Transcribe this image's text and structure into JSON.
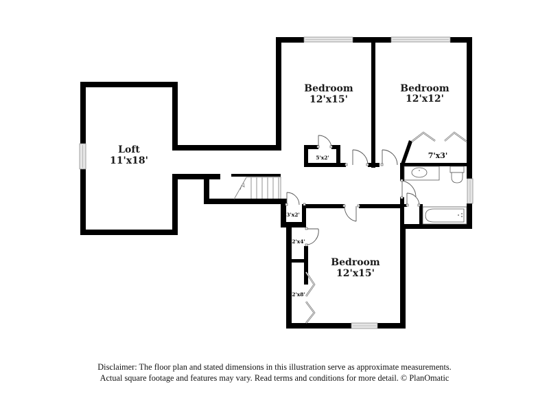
{
  "floorplan": {
    "rooms": [
      {
        "id": "loft",
        "name": "Loft",
        "dimensions": "11'x18'"
      },
      {
        "id": "bedroom-1",
        "name": "Bedroom",
        "dimensions": "12'x15'"
      },
      {
        "id": "bedroom-2",
        "name": "Bedroom",
        "dimensions": "12'x12'"
      },
      {
        "id": "bedroom-3",
        "name": "Bedroom",
        "dimensions": "12'x15'"
      }
    ],
    "closets": [
      {
        "id": "closet-bed1",
        "dimensions": "5'x2'"
      },
      {
        "id": "closet-bed2",
        "dimensions": "7'x3'"
      },
      {
        "id": "closet-hall",
        "dimensions": "3'x2'"
      },
      {
        "id": "closet-linen",
        "dimensions": "2'x4'"
      },
      {
        "id": "closet-bed3",
        "dimensions": "2'x8'"
      }
    ],
    "colors": {
      "wall": "#000000",
      "window": "#e6e6e6",
      "background": "#ffffff"
    }
  },
  "disclaimer": {
    "line1": "Disclaimer: The floor plan and stated dimensions in this illustration serve as approximate measurements.",
    "line2": "Actual square footage and features may vary. Read terms and conditions for more detail. © PlanOmatic"
  }
}
